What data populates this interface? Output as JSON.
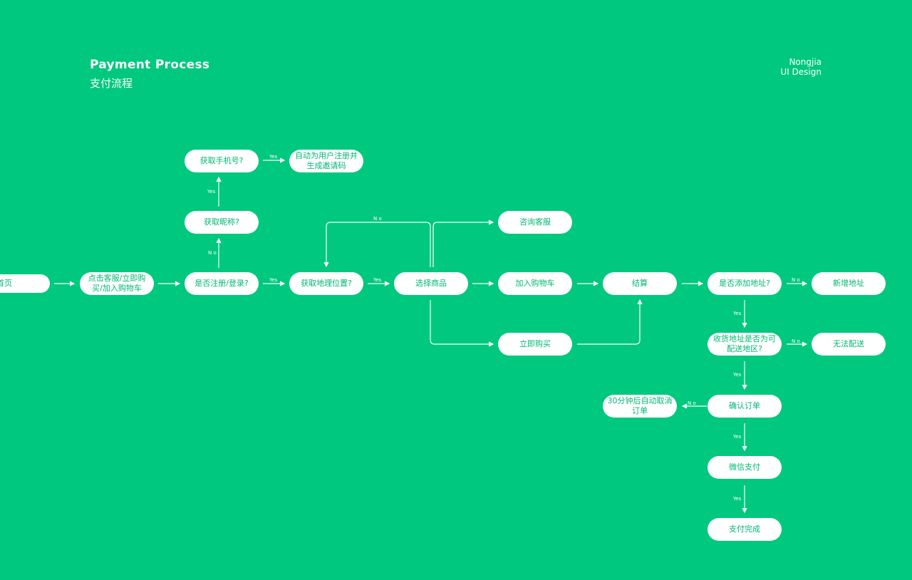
{
  "header": {
    "title": "Payment Process",
    "subtitle": "支付流程",
    "brand_line1": "Nongjia",
    "brand_line2": "UI Design"
  },
  "nodes": {
    "home": "首页",
    "click": "点击客服/立即购买/加入购物车",
    "registered": "是否注册/登录?",
    "nickname": "获取昵称?",
    "phone": "获取手机号?",
    "auto_register": "自动为用户注册并生成邀请码",
    "location": "获取地理位置?",
    "select": "选择商品",
    "service": "咨询客服",
    "cart": "加入购物车",
    "buy_now": "立即购买",
    "checkout": "结算",
    "add_address": "是否添加地址?",
    "new_address": "新增地址",
    "deliverable": "收货地址是否为可配送地区?",
    "no_delivery": "无法配送",
    "confirm": "确认订单",
    "auto_cancel": "30分钟后自动取消订单",
    "wechat_pay": "微信支付",
    "done": "支付完成"
  },
  "edge_labels": {
    "yes": "Yes",
    "no": "N o"
  }
}
